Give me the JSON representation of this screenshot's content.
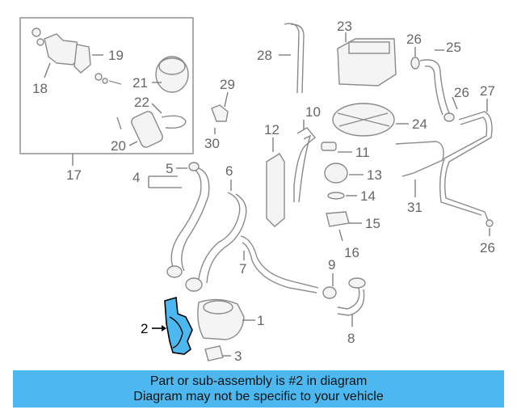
{
  "highlight_color": "#4db8f0",
  "callouts": {
    "c1": "1",
    "c2": "2",
    "c3": "3",
    "c4": "4",
    "c5": "5",
    "c6": "6",
    "c7": "7",
    "c8": "8",
    "c9": "9",
    "c10": "10",
    "c11": "11",
    "c12": "12",
    "c13": "13",
    "c14": "14",
    "c15": "15",
    "c16": "16",
    "c17": "17",
    "c18": "18",
    "c19": "19",
    "c20": "20",
    "c21": "21",
    "c22": "22",
    "c23": "23",
    "c24": "24",
    "c25": "25",
    "c26a": "26",
    "c26b": "26",
    "c26c": "26",
    "c27": "27",
    "c28": "28",
    "c29": "29",
    "c30": "30",
    "c31": "31"
  },
  "banner": {
    "line1": "Part or sub-assembly is #2 in diagram",
    "line2": "Diagram may not be specific to your vehicle"
  }
}
